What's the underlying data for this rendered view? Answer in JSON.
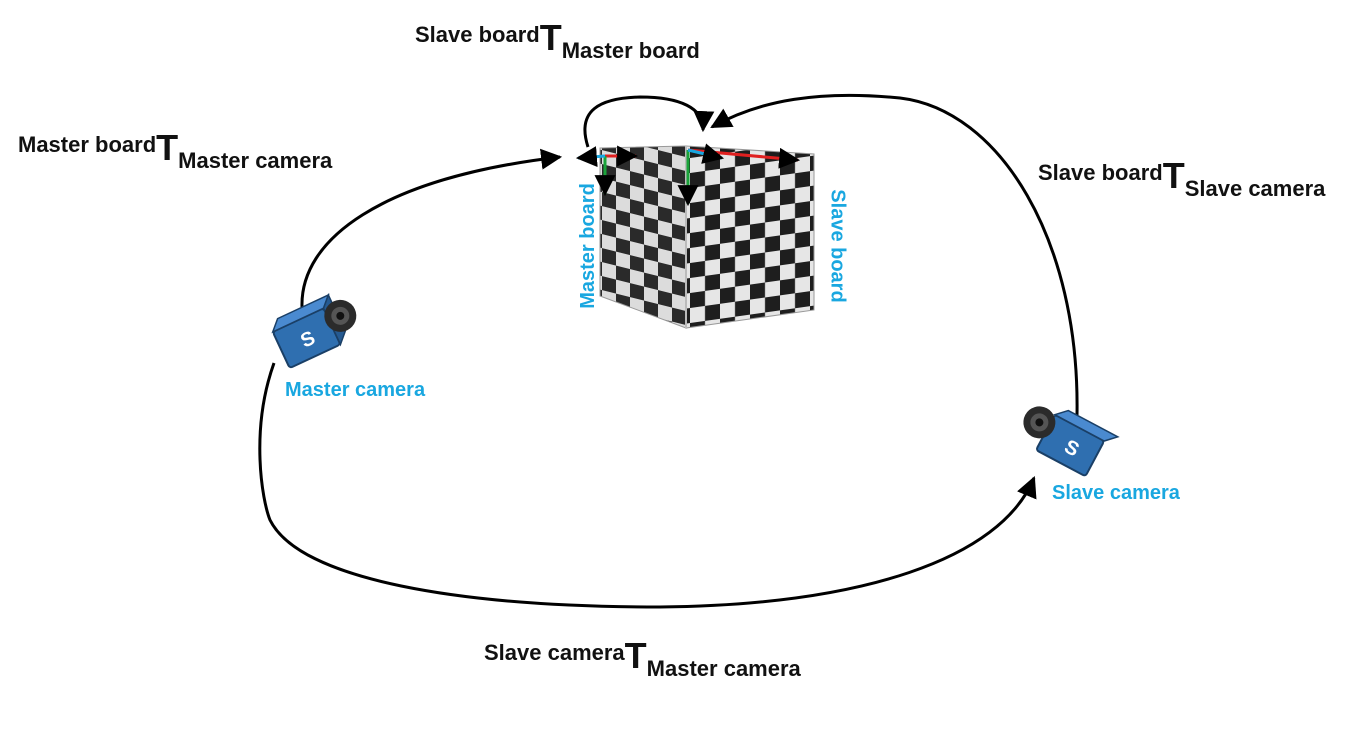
{
  "colors": {
    "label_blue": "#19a7e0",
    "arrow": "#000000",
    "axis_red": "#e02020",
    "axis_green": "#1aa33a",
    "axis_blue": "#19a7e0",
    "camera_body": "#2f6fb0"
  },
  "transforms": {
    "slave_board_master_board": {
      "pre": "Slave board",
      "T": "T",
      "sub": "Master board"
    },
    "master_board_master_camera": {
      "pre": "Master board",
      "T": "T",
      "sub": "Master camera"
    },
    "slave_board_slave_camera": {
      "pre": "Slave board",
      "T": "T",
      "sub": "Slave camera"
    },
    "slave_camera_master_camera": {
      "pre": "Slave camera",
      "T": "T",
      "sub": "Master camera"
    }
  },
  "nodes": {
    "master_camera": "Master camera",
    "slave_camera": "Slave camera",
    "master_board": "Master board",
    "slave_board": "Slave board"
  },
  "icons": {
    "master_camera": "camera-icon",
    "slave_camera": "camera-icon",
    "calibration_cube": "checkerboard-cube-icon"
  }
}
